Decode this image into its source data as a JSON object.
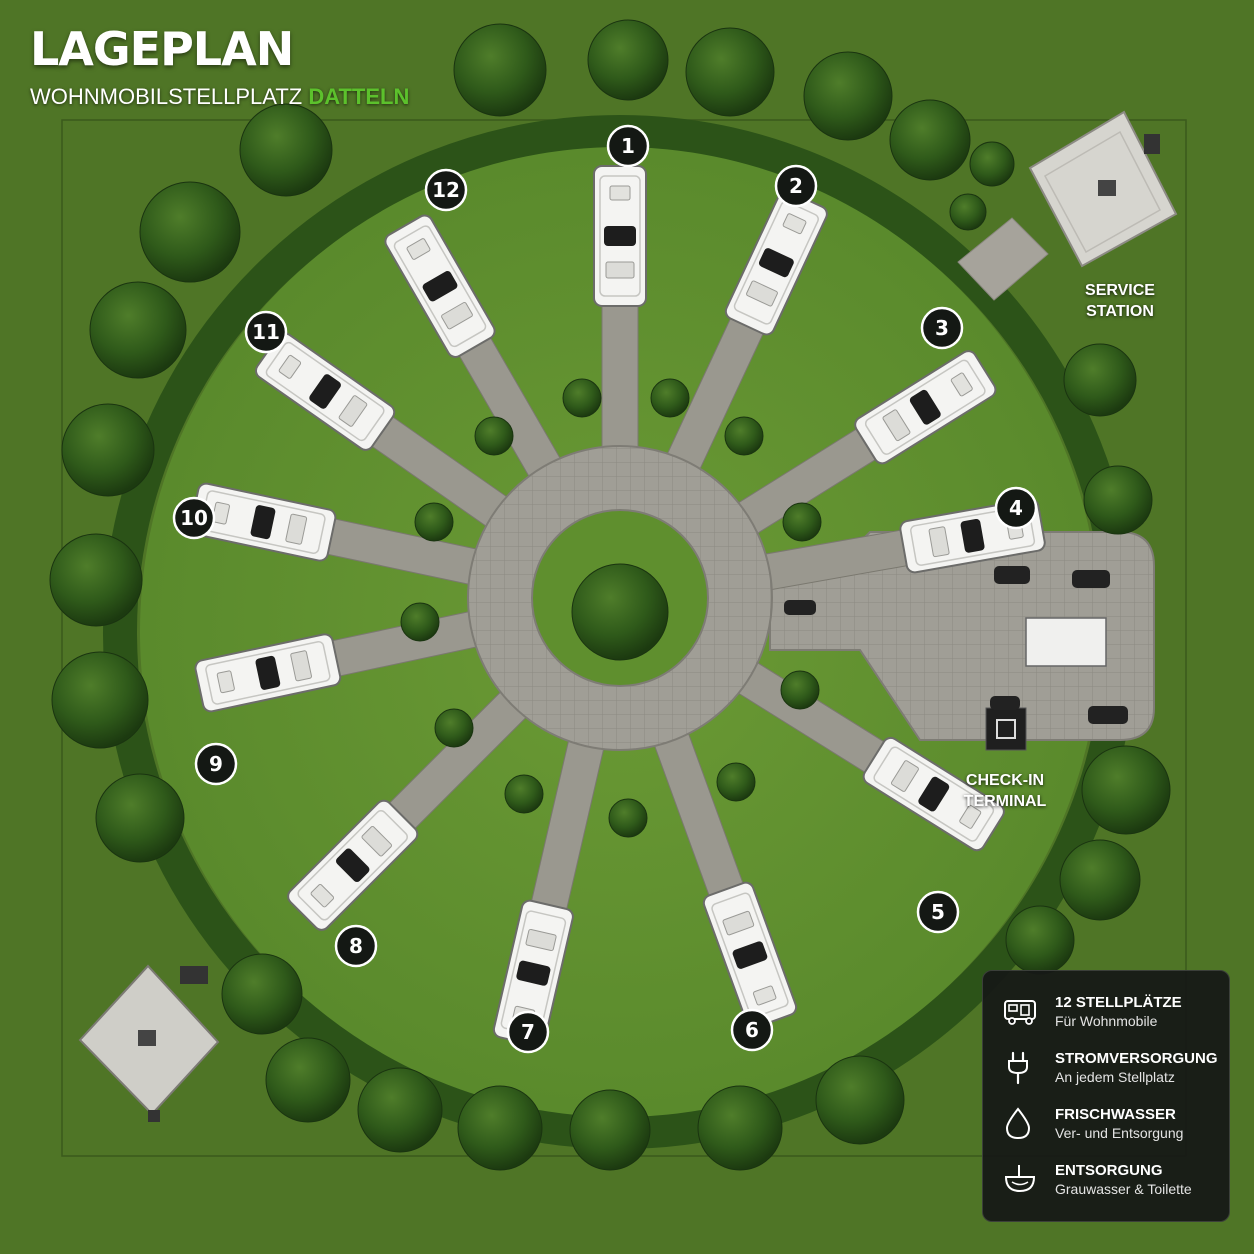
{
  "header": {
    "title": "LAGEPLAN",
    "subtitle_main": "WOHNMOBILSTELLPLATZ",
    "subtitle_accent": "DATTELN"
  },
  "pitches": [
    "1",
    "2",
    "3",
    "4",
    "5",
    "6",
    "7",
    "8",
    "9",
    "10",
    "11",
    "12"
  ],
  "facilities": {
    "service_line1": "SERVICE",
    "service_line2": "STATION",
    "checkin_line1": "CHECK-IN",
    "checkin_line2": "TERMINAL"
  },
  "legend": {
    "items": [
      {
        "icon": "motorhome-icon",
        "title": "12 STELLPLÄTZE",
        "subtitle": "Für Wohnmobile"
      },
      {
        "icon": "power-plug-icon",
        "title": "STROMVERSORGUNG",
        "subtitle": "An jedem Stellplatz"
      },
      {
        "icon": "water-drop-icon",
        "title": "FRISCHWASSER",
        "subtitle": "Ver- und Entsorgung"
      },
      {
        "icon": "drain-icon",
        "title": "ENTSORGUNG",
        "subtitle": "Grauwasser & Toilette"
      }
    ]
  },
  "colors": {
    "grass": "#5b8a2e",
    "paving": "#9c9a92",
    "accent_green": "#5cc12c",
    "badge": "#141814",
    "legend_bg": "#161816"
  }
}
